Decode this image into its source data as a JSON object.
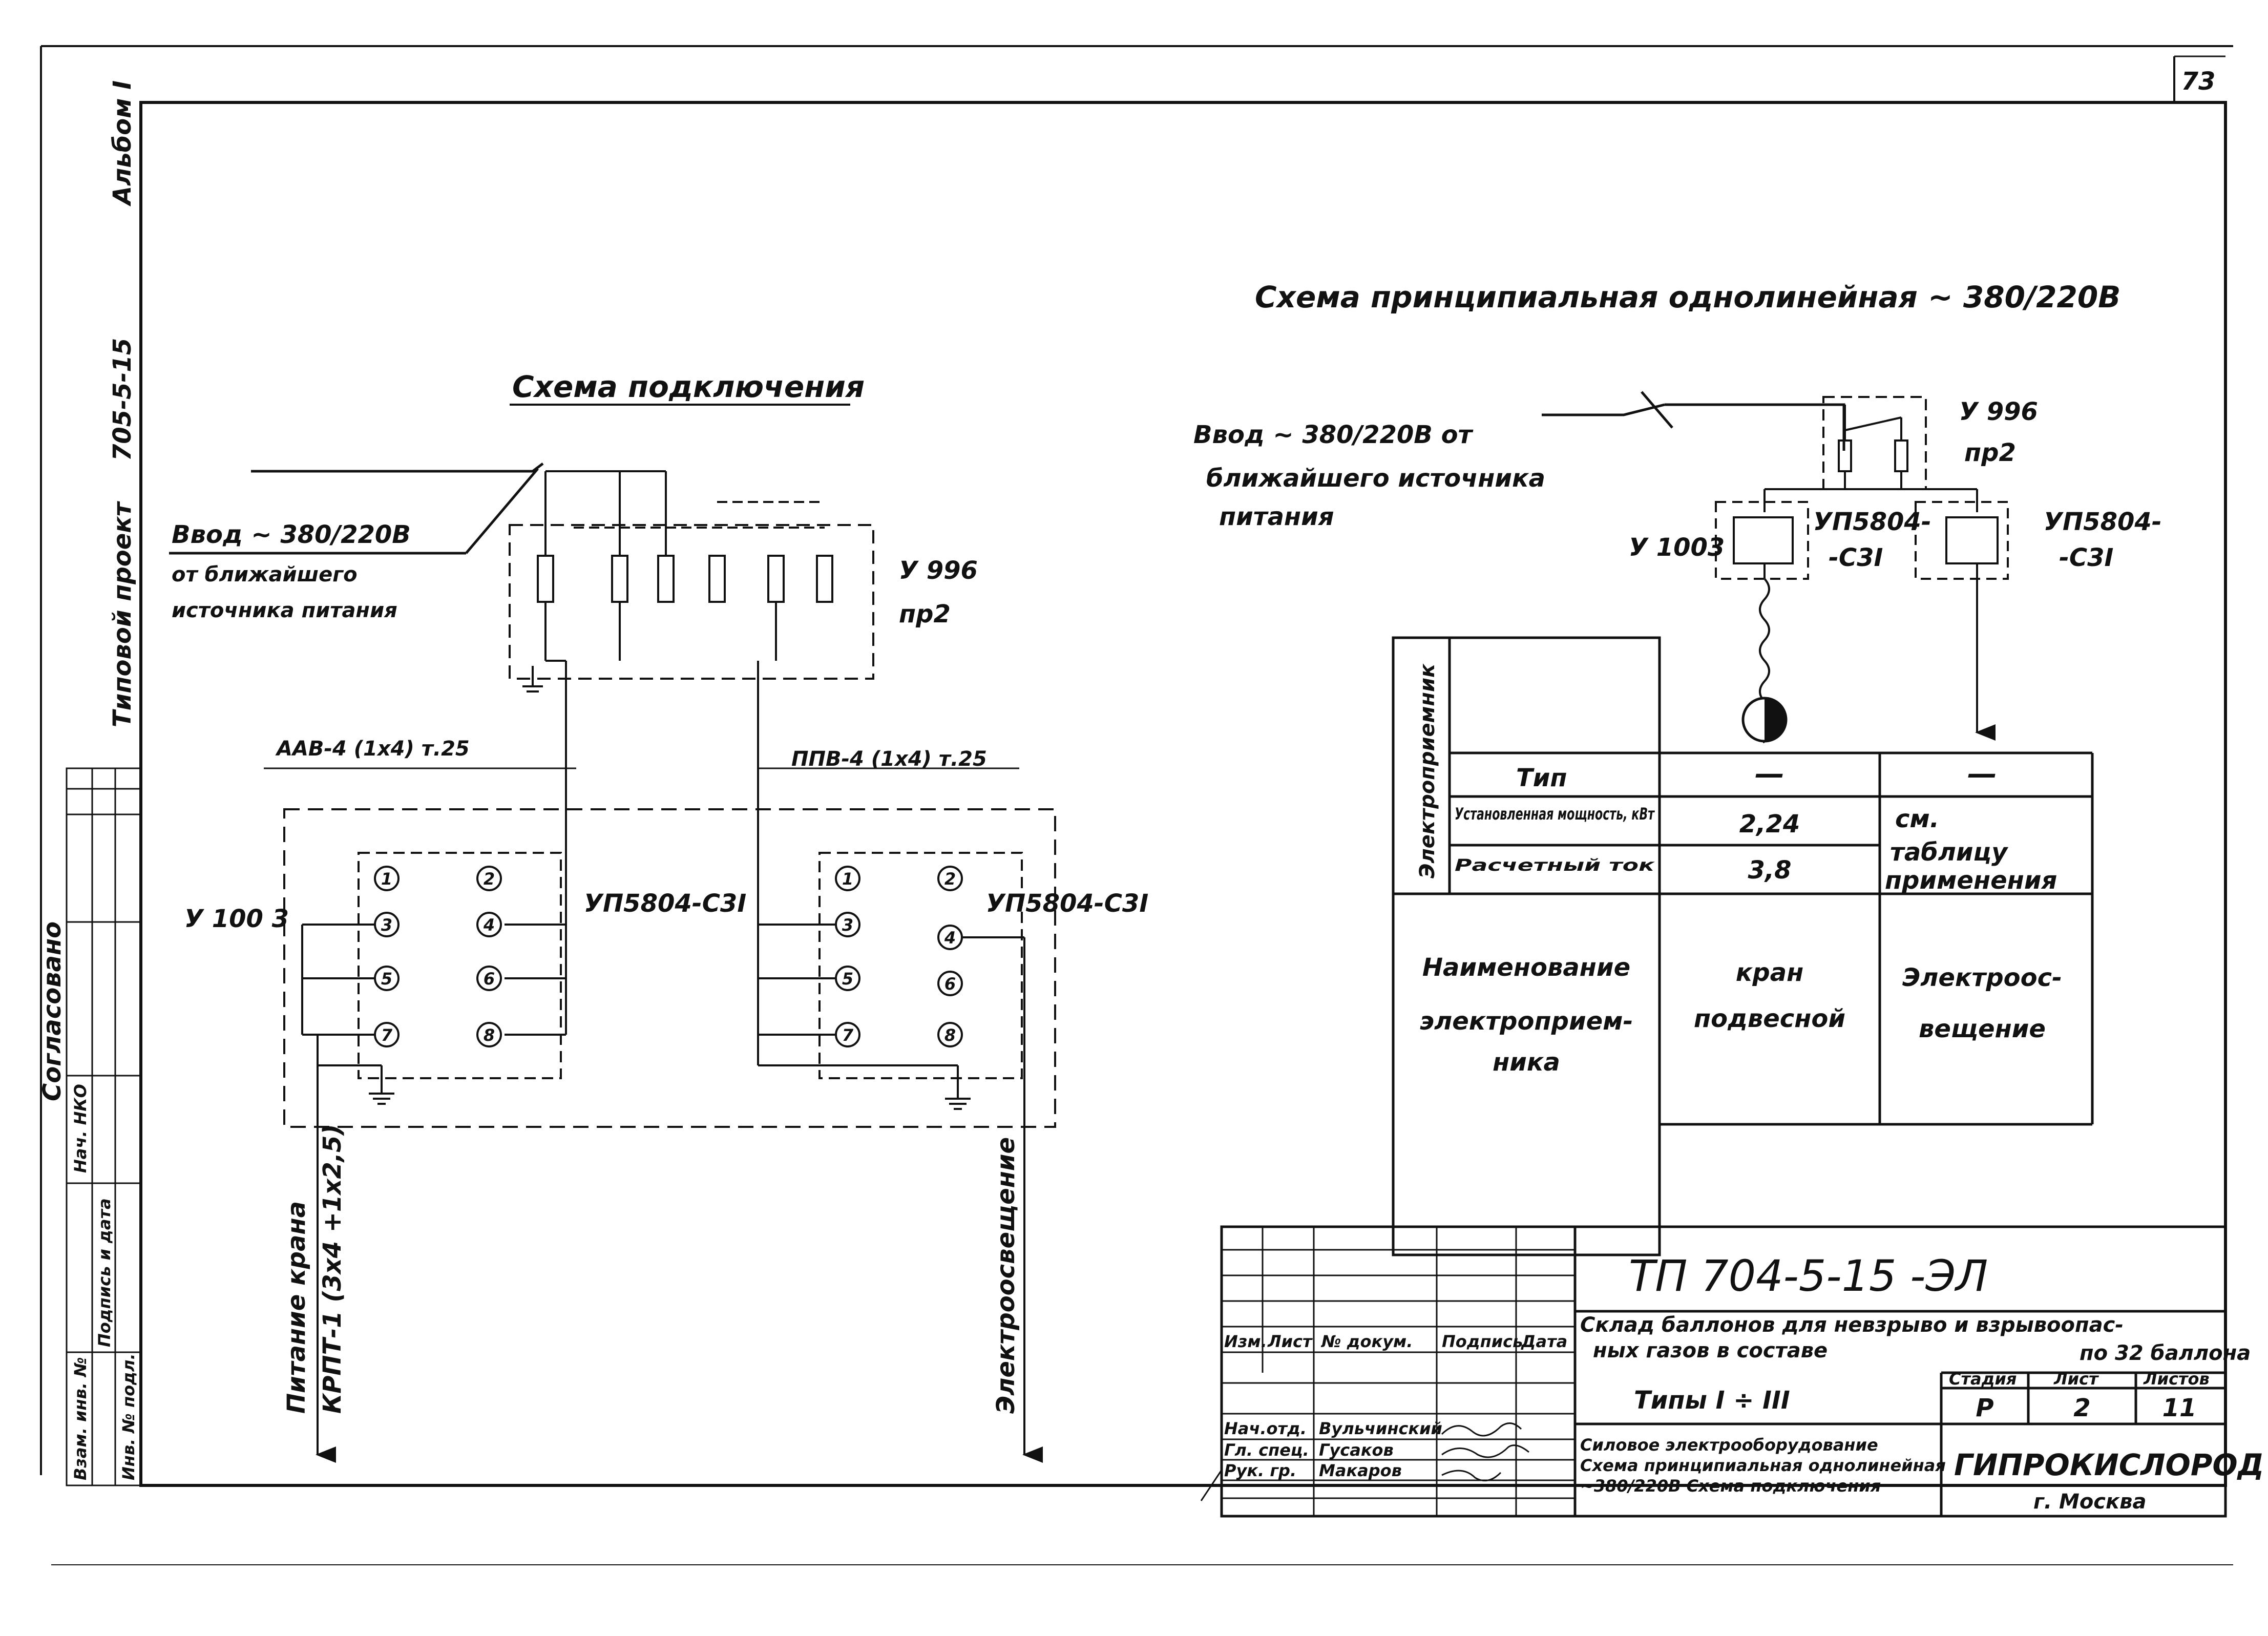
{
  "page": {
    "number": "73"
  },
  "side_stamp": {
    "album": "Альбом I",
    "project_code": "705-5-15",
    "project_type": "Типовой проект",
    "agreed_header": "Согласовано",
    "agreed_cells": [
      "Нач. НКО",
      "Взам. инв. №",
      "Подпись и дата",
      "Инв. № подл."
    ]
  },
  "scheme_left": {
    "title": "Схема подключения",
    "input_label_1": "Ввод ~ 380/220В",
    "input_label_2": "от ближайшего",
    "input_label_3": "источника питания",
    "panel_label_1": "У 996",
    "panel_label_2": "пр2",
    "cable_left": "ААВ-4 (1х4) т.25",
    "cable_right": "ППВ-4 (1х4) т.25",
    "box_left_label": "У 100 3",
    "box_left_type": "УП5804-С3I",
    "box_right_type": "УП5804-С3I",
    "terminals": [
      "1",
      "2",
      "3",
      "4",
      "5",
      "6",
      "7",
      "8"
    ],
    "out_left_1": "Питание крана",
    "out_left_2": "КРПТ-1 (3х4 +1х2,5)",
    "out_right": "Электроосвещение"
  },
  "scheme_right": {
    "title": "Схема принципиальная однолинейная ~ 380/220В",
    "input_label_1": "Ввод ~ 380/220В от",
    "input_label_2": "ближайшего источника",
    "input_label_3": "питания",
    "panel_label_1": "У 996",
    "panel_label_2": "пр2",
    "box1_label": "У 1003",
    "box2_label_1": "УП5804-",
    "box2_label_2": "-С3I",
    "box3_label_1": "УП5804-",
    "box3_label_2": "-С3I"
  },
  "receiver_table": {
    "side_header": "Электроприемник",
    "rows": [
      {
        "label": "Тип",
        "col1": "—",
        "col2": "—"
      },
      {
        "label": "Установленная мощность, кВт",
        "col1": "2,24",
        "col2": ""
      },
      {
        "label": "Расчетный ток",
        "col1": "3,8",
        "col2": ""
      }
    ],
    "col2_note_1": "см.",
    "col2_note_2": "таблицу",
    "col2_note_3": "применения",
    "name_label_1": "Наименование",
    "name_label_2": "электроприем-",
    "name_label_3": "ника",
    "name_col1_1": "кран",
    "name_col1_2": "подвесной",
    "name_col2_1": "Электроос-",
    "name_col2_2": "вещение"
  },
  "title_block": {
    "code": "ТП 704-5-15 -ЭЛ",
    "object_1": "Склад баллонов для невзрыво и взрывоопас-",
    "object_2": "ных газов в составе",
    "object_3": "по 32 баллона",
    "types": "Типы I ÷ III",
    "stage_label": "Стадия",
    "sheet_label": "Лист",
    "sheets_label": "Листов",
    "stage": "Р",
    "sheet": "2",
    "sheets": "11",
    "col_headers": [
      "Изм.",
      "Лист",
      "№ докум.",
      "Подпись",
      "Дата"
    ],
    "people": [
      {
        "role": "Нач.отд.",
        "name": "Вульчинский"
      },
      {
        "role": "Гл. спец.",
        "name": "Гусаков"
      },
      {
        "role": "Рук. гр.",
        "name": "Макаров"
      }
    ],
    "doc_1": "Силовое электрооборудование",
    "doc_2": "Схема принципиальная однолинейная",
    "doc_3": "~380/220В Схема подключения",
    "org": "ГИПРОКИСЛОРОД",
    "city": "г. Москва"
  }
}
